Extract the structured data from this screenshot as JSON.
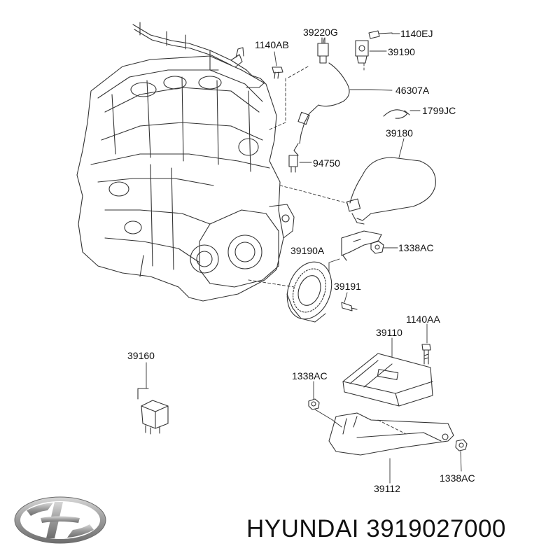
{
  "parts": {
    "p39220G": "39220G",
    "p1140EJ": "1140EJ",
    "p1140AB": "1140AB",
    "p39190": "39190",
    "p46307A": "46307A",
    "p1799JC": "1799JC",
    "p39180": "39180",
    "p94750": "94750",
    "p39190A": "39190A",
    "p1338AC_a": "1338AC",
    "p39191": "39191",
    "p1140AA": "1140AA",
    "p39110": "39110",
    "p39160": "39160",
    "p1338AC_b": "1338AC",
    "p1338AC_c": "1338AC",
    "p39112": "39112"
  },
  "footer": {
    "brand": "HYUNDAI 3919027000"
  },
  "colors": {
    "line": "#333333",
    "logo_silver": "#9a9a9a"
  }
}
